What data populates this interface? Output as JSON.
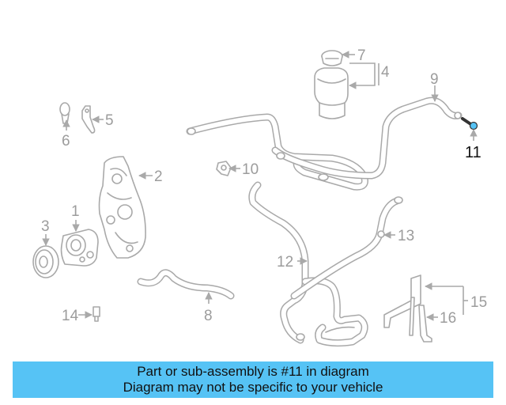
{
  "callouts": {
    "c1": "1",
    "c2": "2",
    "c3": "3",
    "c4": "4",
    "c5": "5",
    "c6": "6",
    "c7": "7",
    "c8": "8",
    "c9": "9",
    "c10": "10",
    "c11": "11",
    "c12": "12",
    "c13": "13",
    "c14": "14",
    "c15": "15",
    "c16": "16"
  },
  "highlighted_part": "11",
  "colors": {
    "highlight": "#56c3f5",
    "line": "#a9a9a9",
    "label": "#9c9c9c"
  },
  "banner": {
    "line1": "Part or sub-assembly is #11 in diagram",
    "line2": "Diagram may not be specific to your vehicle"
  }
}
